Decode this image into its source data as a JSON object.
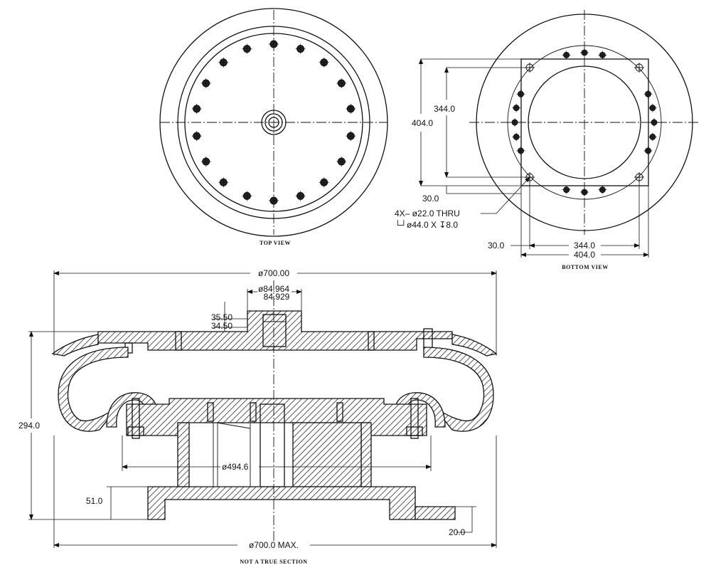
{
  "captions": {
    "top_view": "TOP VIEW",
    "bottom_view": "BOTTOM VIEW",
    "section_note": "NOT A TRUE SECTION"
  },
  "dimensions": {
    "bottom_vertical_outer": "404.0",
    "bottom_vertical_inner": "344.0",
    "bottom_offset_left": "30.0",
    "hole_callout_line1": "4X–  ø22.0  THRU",
    "hole_callout_line2": "└┘ø44.0  X  ↧8.0",
    "bottom_offset_bottom": "30.0",
    "bottom_horizontal_inner": "344.0",
    "bottom_horizontal_outer": "404.0",
    "overall_diameter_top": "ø700.00",
    "shaft_dia_upper": "ø84.964",
    "shaft_dia_lower": "84.929",
    "boss_height_upper": "35.50",
    "boss_height_lower": "34.50",
    "overall_height": "294.0",
    "piston_diameter": "ø494.6",
    "base_height": "51.0",
    "base_offset": "20.0",
    "overall_diameter_bottom": "ø700.0  MAX."
  }
}
